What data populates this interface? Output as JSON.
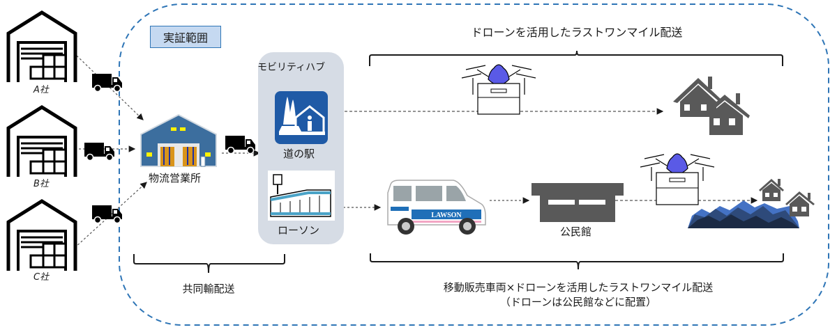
{
  "scope": {
    "label": "実証範囲"
  },
  "companies": [
    {
      "label": "A社"
    },
    {
      "label": "B社"
    },
    {
      "label": "C社"
    }
  ],
  "depot": {
    "label": "物流営業所"
  },
  "hub": {
    "title": "モビリティハブ",
    "michi_no_eki": {
      "label": "道の駅"
    },
    "lawson": {
      "label": "ローソン"
    }
  },
  "van": {
    "brand_text": "LAWSON"
  },
  "community_center": {
    "label": "公民館"
  },
  "brackets": {
    "top_drone_delivery": "ドローンを活用したラストワンマイル配送",
    "joint_delivery": "共同輸配送",
    "bottom_line1": "移動販売車両×ドローンを活用したラストワンマイル配送",
    "bottom_line2": "（ドローンは公民館などに配置）"
  },
  "colors": {
    "scope_border": "#2e75b6",
    "scope_badge_fill": "#c5d9f1",
    "hub_panel": "#d6dce5",
    "depot_blue": "#3c6e9e",
    "eki_blue": "#1f5aa6",
    "drone_body": "#5a5ae6",
    "house_gray": "#595959",
    "building_gray": "#595959",
    "mountain_dark": "#1b2a44",
    "mountain_mid": "#2e4a7a",
    "mountain_light": "#4472c4"
  }
}
